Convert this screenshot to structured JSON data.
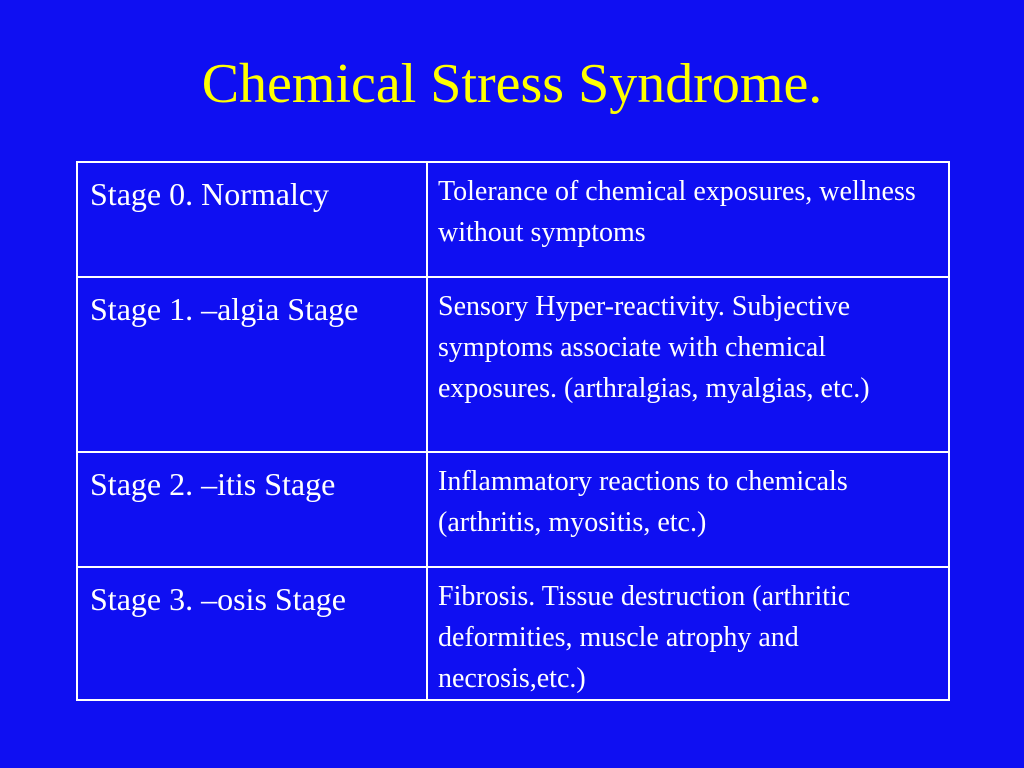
{
  "slide": {
    "title": "Chemical Stress Syndrome.",
    "background_color": "#0f0ff2",
    "title_color": "#ffff00",
    "text_color": "#ffffff"
  },
  "table": {
    "rows": [
      {
        "stage": "Stage 0. Normalcy",
        "description": "Tolerance of chemical exposures, wellness without symptoms"
      },
      {
        "stage": "Stage 1. –algia Stage",
        "description": "Sensory Hyper-reactivity. Subjective symptoms associate with chemical exposures. (arthralgias, myalgias, etc.)"
      },
      {
        "stage": "Stage 2. –itis Stage",
        "description": "Inflammatory reactions to chemicals (arthritis, myositis, etc.)"
      },
      {
        "stage": "Stage 3. –osis Stage",
        "description": "Fibrosis. Tissue destruction (arthritic deformities, muscle atrophy and necrosis,etc.)"
      }
    ]
  }
}
